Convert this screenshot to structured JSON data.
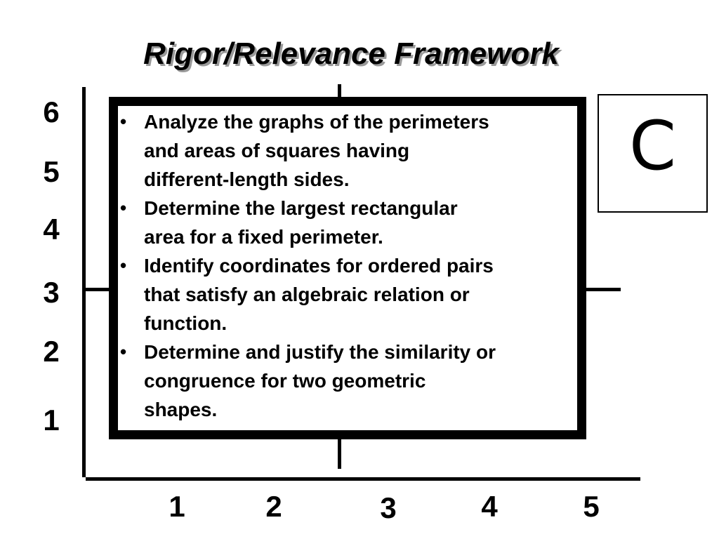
{
  "title": "Rigor/Relevance Framework",
  "axes": {
    "y_labels": [
      "6",
      "5",
      "4",
      "3",
      "2",
      "1"
    ],
    "x_labels": [
      "1",
      "2",
      "3",
      "4",
      "5"
    ]
  },
  "main_box": {
    "bullet_symbol": "•",
    "bullets": [
      {
        "lines": [
          "Analyze the graphs of the perimeters",
          "and areas of squares having",
          "different-length sides."
        ]
      },
      {
        "lines": [
          "Determine the largest rectangular",
          "area for a fixed perimeter."
        ]
      },
      {
        "lines": [
          "Identify coordinates for ordered pairs",
          "that satisfy an algebraic relation or",
          "function."
        ]
      },
      {
        "lines": [
          "Determine and justify the similarity or",
          "congruence for two geometric",
          "shapes."
        ]
      }
    ]
  },
  "quadrant_box": {
    "letter": "C"
  }
}
